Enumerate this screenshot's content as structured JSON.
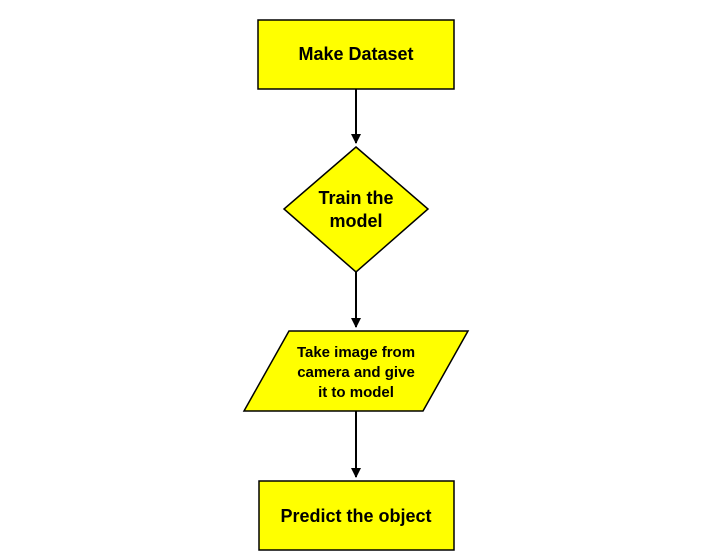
{
  "diagram": {
    "type": "flowchart",
    "colors": {
      "node_fill": "#ffff00",
      "node_stroke": "#000000",
      "edge": "#000000",
      "text": "#000000"
    },
    "nodes": [
      {
        "id": "make-dataset",
        "shape": "rectangle",
        "lines": [
          "Make Dataset"
        ]
      },
      {
        "id": "train-model",
        "shape": "diamond",
        "lines": [
          "Train the",
          "model"
        ]
      },
      {
        "id": "take-image",
        "shape": "parallelogram",
        "lines": [
          "Take image from",
          "camera and give",
          "it to model"
        ]
      },
      {
        "id": "predict-object",
        "shape": "rectangle",
        "lines": [
          "Predict the object"
        ]
      }
    ],
    "edges": [
      {
        "from": "make-dataset",
        "to": "train-model"
      },
      {
        "from": "train-model",
        "to": "take-image"
      },
      {
        "from": "take-image",
        "to": "predict-object"
      }
    ]
  }
}
